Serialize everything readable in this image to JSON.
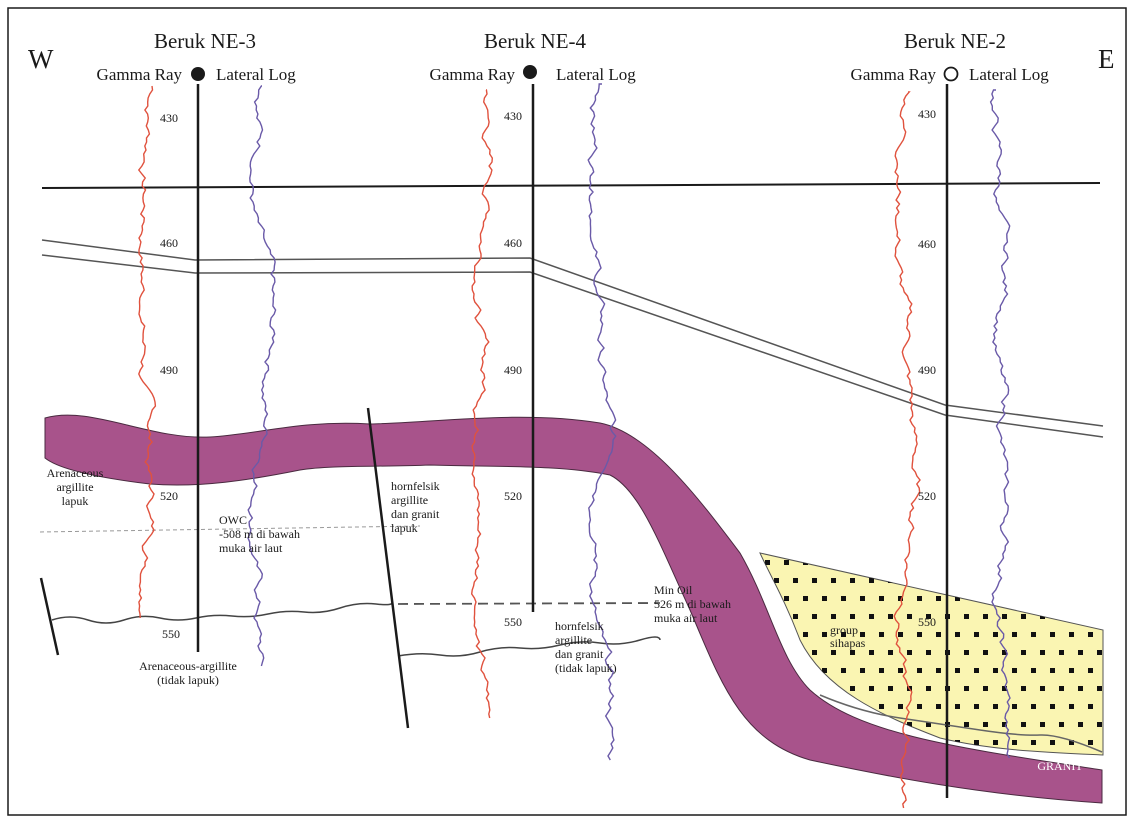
{
  "directions": {
    "west": "W",
    "east": "E"
  },
  "wells": [
    {
      "name": "Beruk NE-3",
      "left_log": "Gamma Ray",
      "right_log": "Lateral Log",
      "marker": "filled"
    },
    {
      "name": "Beruk NE-4",
      "left_log": "Gamma Ray",
      "right_log": "Lateral Log",
      "marker": "filled"
    },
    {
      "name": "Beruk NE-2",
      "left_log": "Gamma Ray",
      "right_log": "Lateral Log",
      "marker": "open"
    }
  ],
  "depth_ticks": [
    "430",
    "460",
    "490",
    "520",
    "550"
  ],
  "annotations": {
    "arenaceous_lapuk": [
      "Arenaceous",
      "argillite",
      "lapuk"
    ],
    "owc": [
      "OWC",
      "-508 m di bawah",
      "muka air laut"
    ],
    "hornfelsik_lapuk": [
      "hornfelsik",
      "argillite",
      "dan granit",
      "lapuk"
    ],
    "min_oil": [
      "Min Oil",
      "526 m di bawah",
      "muka air laut"
    ],
    "hornfelsik_tidak_lapuk": [
      "hornfelsik",
      "argillite",
      "dan granit",
      "(tidak lapuk)"
    ],
    "arenaceous_tidak_lapuk": [
      "Arenaceous-argillite",
      "(tidak lapuk)"
    ],
    "group_sihapas": [
      "group",
      "sihapas"
    ],
    "granit": "GRANIT"
  },
  "colors": {
    "granite_fill": "#a8538b",
    "sihapas_fill": "#faf5b2",
    "gamma_ray": "#e0523e",
    "lateral_log": "#6a5aa8",
    "line": "#1a1a1a"
  }
}
